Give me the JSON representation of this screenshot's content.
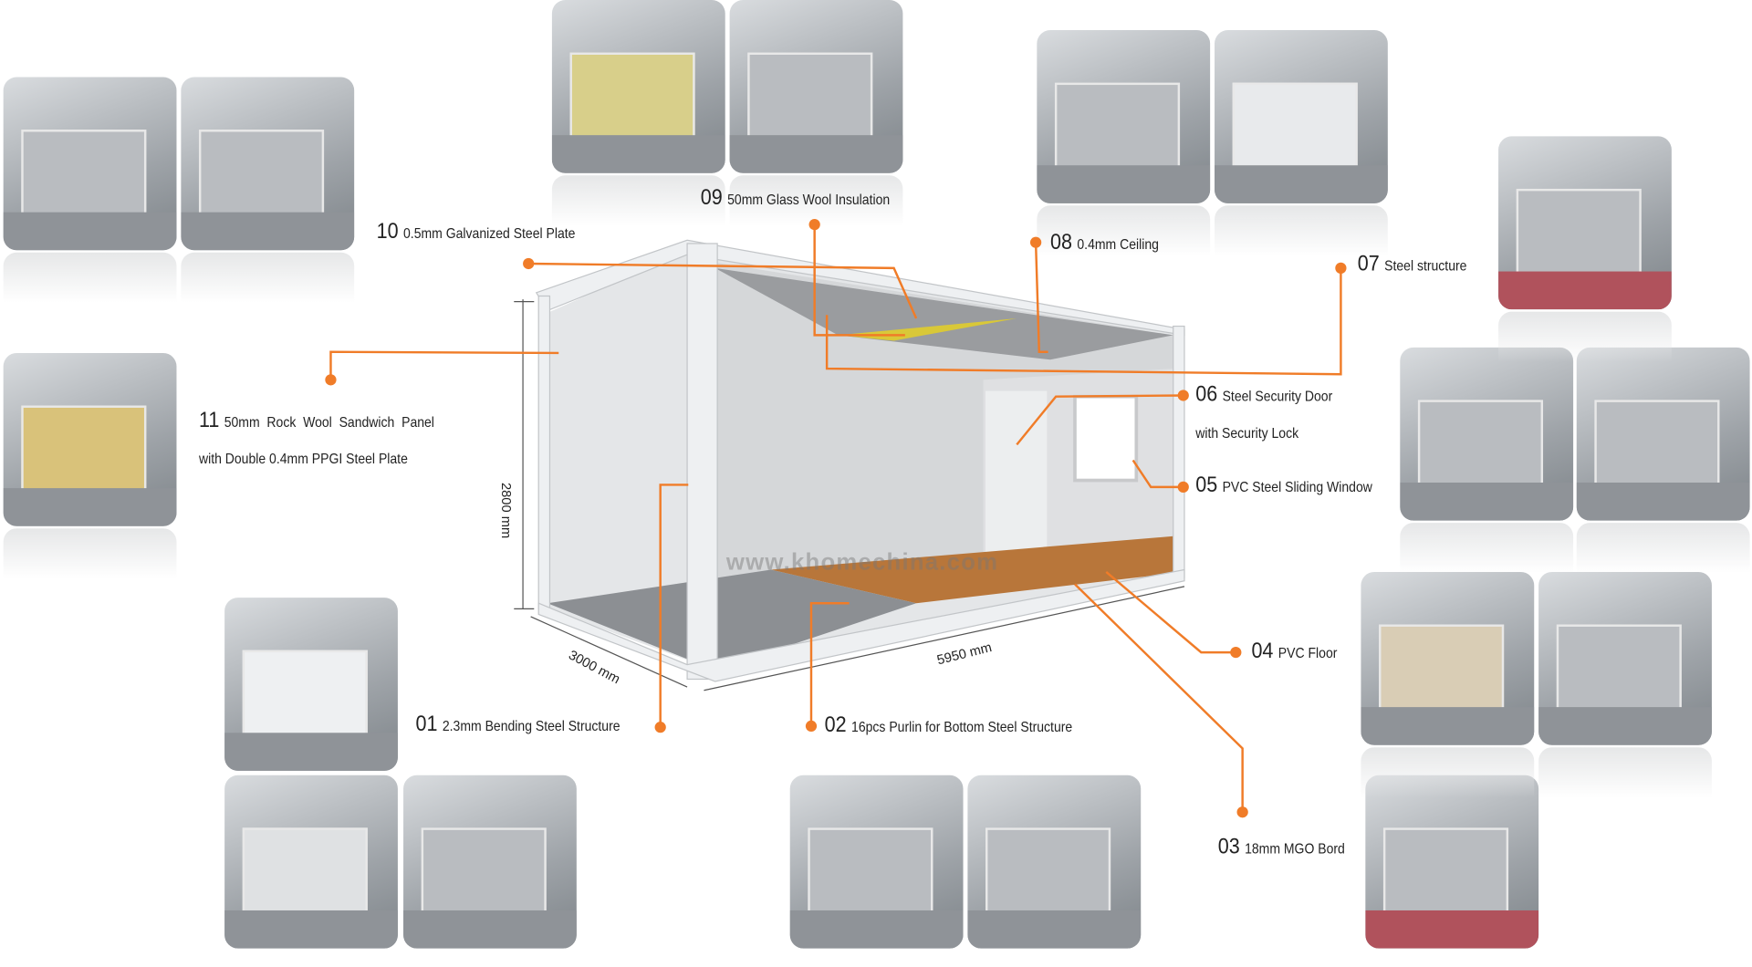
{
  "labels": [
    {
      "num": "01",
      "text": "2.3mm Bending Steel Structure"
    },
    {
      "num": "02",
      "text": "16pcs Purlin for Bottom Steel Structure"
    },
    {
      "num": "03",
      "text": "18mm MGO Bord"
    },
    {
      "num": "04",
      "text": "PVC Floor"
    },
    {
      "num": "05",
      "text": "PVC Steel Sliding Window"
    },
    {
      "num": "06",
      "text": "Steel Security Door",
      "text2": "with Security Lock"
    },
    {
      "num": "07",
      "text": "Steel structure"
    },
    {
      "num": "08",
      "text": "0.4mm Ceiling"
    },
    {
      "num": "09",
      "text": "50mm Glass Wool Insulation"
    },
    {
      "num": "10",
      "text": "0.5mm Galvanized Steel Plate"
    },
    {
      "num": "11",
      "text": "50mm  Rock  Wool  Sandwich  Panel",
      "text2": "with Double 0.4mm PPGI Steel Plate"
    }
  ],
  "dimensions": {
    "height": "2800 mm",
    "width": "3000 mm",
    "length": "5950 mm"
  },
  "watermark": "www.khomechina.com",
  "colors": {
    "accent": "#f07c28",
    "frame": "#e9ecef",
    "floor": "#b8763a"
  }
}
